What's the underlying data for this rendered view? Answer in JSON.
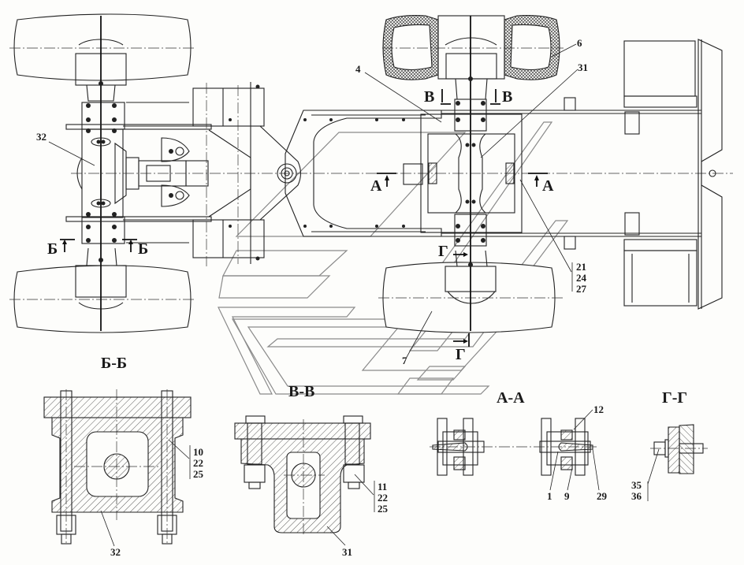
{
  "drawing": {
    "title": "Tractor frame assembly — plan view with sections",
    "section_titles": {
      "bb": "Б-Б",
      "vv": "В-В",
      "aa": "А-А",
      "gg": "Г-Г"
    },
    "section_markers": {
      "b_left": "Б",
      "b_right": "Б",
      "v_left": "В",
      "v_right": "В",
      "a_left": "А",
      "a_right": "А",
      "g_top": "Г",
      "g_bottom": "Г"
    },
    "callouts": {
      "main": {
        "p32": "32",
        "p4": "4",
        "p6": "6",
        "p31": "31",
        "p7": "7",
        "stack_21_24_27": [
          "21",
          "24",
          "27"
        ]
      },
      "section_bb": {
        "p32": "32",
        "stack": [
          "10",
          "22",
          "25"
        ]
      },
      "section_vv": {
        "p31": "31",
        "stack": [
          "11",
          "22",
          "25"
        ]
      },
      "section_aa": {
        "p12": "12",
        "p1": "1",
        "p9": "9",
        "p29": "29"
      },
      "section_gg": {
        "stack": [
          "35",
          "36"
        ]
      }
    }
  }
}
